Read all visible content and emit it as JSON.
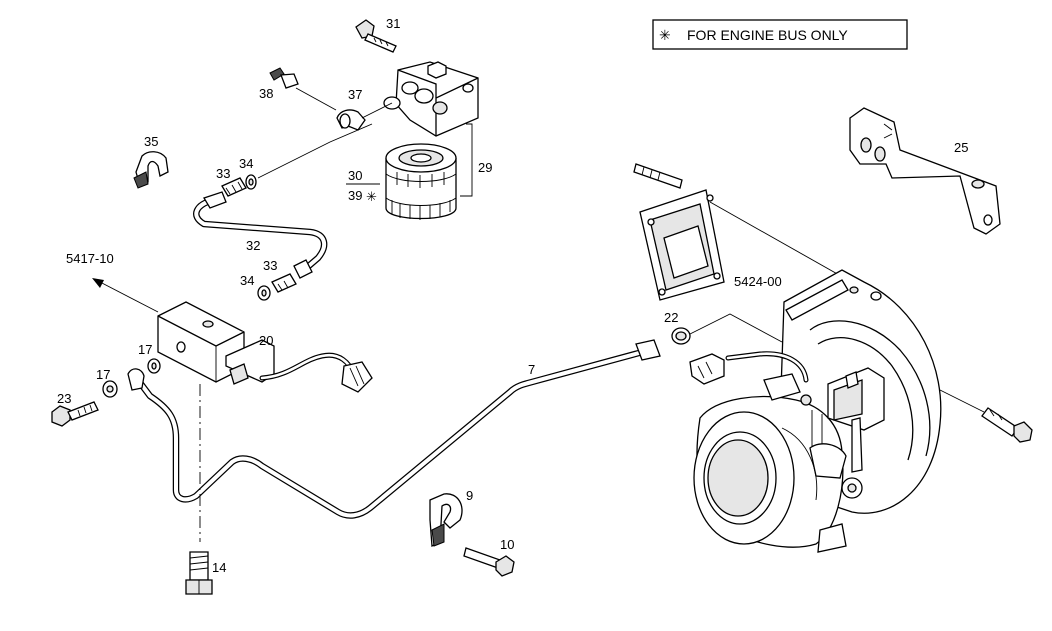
{
  "note": {
    "symbol": "✳",
    "text": "FOR ENGINE BUS ONLY"
  },
  "labels": {
    "p31": "31",
    "p38": "38",
    "p37": "37",
    "p29": "29",
    "p30": "30",
    "p39": "39",
    "p39_mark": "✳",
    "p35": "35",
    "p33a": "33",
    "p34a": "34",
    "p32": "32",
    "p33b": "33",
    "p34b": "34",
    "ref5417": "5417-10",
    "p20": "20",
    "p17a": "17",
    "p17b": "17",
    "p23": "23",
    "p7": "7",
    "p9": "9",
    "p10": "10",
    "p14": "14",
    "p22": "22",
    "ref5424": "5424-00",
    "p25": "25"
  }
}
